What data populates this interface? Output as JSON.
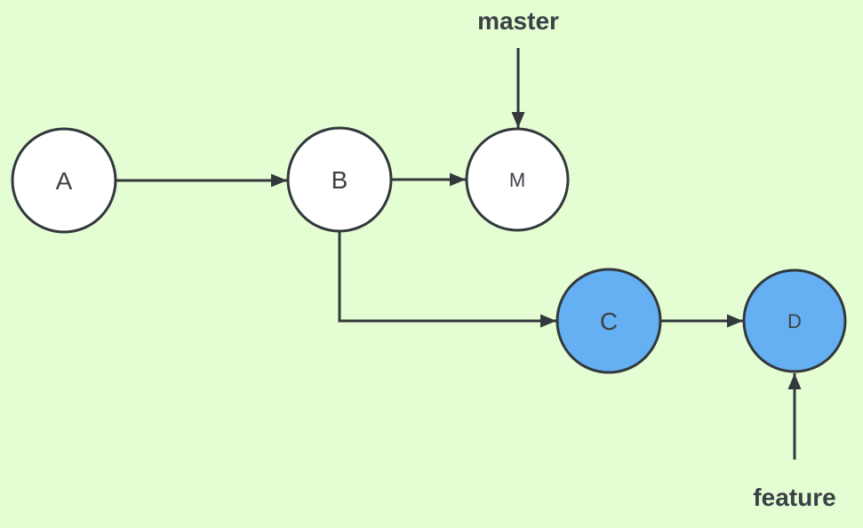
{
  "diagram": {
    "colors": {
      "background": "#e4fdd2",
      "node_fill_default": "#ffffff",
      "node_fill_highlight": "#64b0f2",
      "stroke": "#33383c",
      "text": "#3c4147"
    },
    "nodes": [
      {
        "id": "A",
        "label": "A",
        "highlighted": false
      },
      {
        "id": "B",
        "label": "B",
        "highlighted": false
      },
      {
        "id": "M",
        "label": "M",
        "highlighted": false
      },
      {
        "id": "C",
        "label": "C",
        "highlighted": true
      },
      {
        "id": "D",
        "label": "D",
        "highlighted": true
      }
    ],
    "edges": [
      {
        "from": "A",
        "to": "B"
      },
      {
        "from": "B",
        "to": "M"
      },
      {
        "from": "B",
        "to": "C"
      },
      {
        "from": "C",
        "to": "D"
      }
    ],
    "branch_labels": [
      {
        "label": "master",
        "points_to": "M"
      },
      {
        "label": "feature",
        "points_to": "D"
      }
    ]
  }
}
